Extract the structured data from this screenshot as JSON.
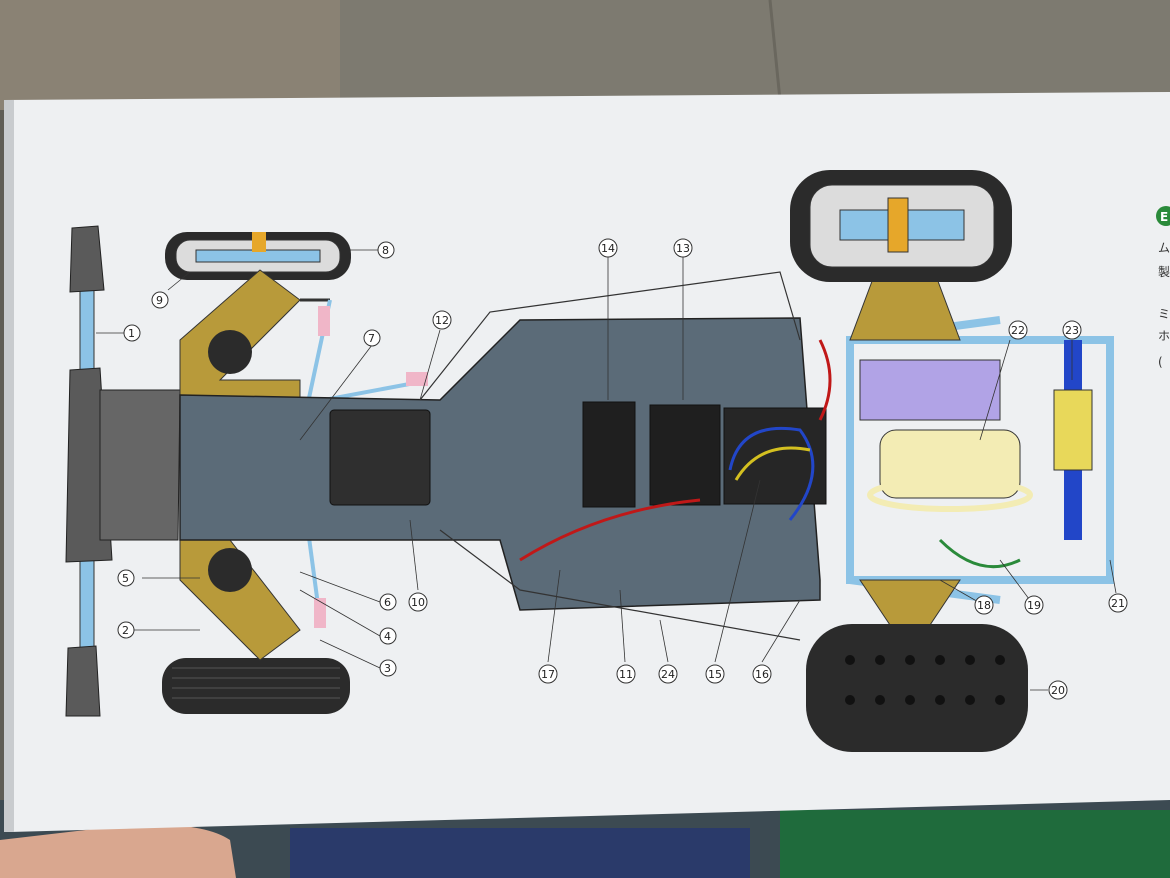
{
  "side_panel": {
    "badge_glyph": "E",
    "text_lines": [
      "ム",
      "製",
      "ミ",
      "ホ",
      "("
    ]
  },
  "callouts": [
    {
      "id": "1",
      "label": "1"
    },
    {
      "id": "2",
      "label": "2"
    },
    {
      "id": "3",
      "label": "3"
    },
    {
      "id": "4",
      "label": "4"
    },
    {
      "id": "5",
      "label": "5"
    },
    {
      "id": "6",
      "label": "6"
    },
    {
      "id": "7",
      "label": "7"
    },
    {
      "id": "8",
      "label": "8"
    },
    {
      "id": "9",
      "label": "9"
    },
    {
      "id": "10",
      "label": "10"
    },
    {
      "id": "11",
      "label": "11"
    },
    {
      "id": "12",
      "label": "12"
    },
    {
      "id": "13",
      "label": "13"
    },
    {
      "id": "14",
      "label": "14"
    },
    {
      "id": "15",
      "label": "15"
    },
    {
      "id": "16",
      "label": "16"
    },
    {
      "id": "17",
      "label": "17"
    },
    {
      "id": "18",
      "label": "18"
    },
    {
      "id": "19",
      "label": "19"
    },
    {
      "id": "20",
      "label": "20"
    },
    {
      "id": "21",
      "label": "21"
    },
    {
      "id": "22",
      "label": "22"
    },
    {
      "id": "23",
      "label": "23"
    },
    {
      "id": "24",
      "label": "24"
    }
  ],
  "colors": {
    "box": "#eeeff1",
    "chassis": "#5b6b78",
    "suspension_gold": "#b89a3a",
    "frame_blue": "#8cc3e6",
    "motor_cream": "#f3ecb4",
    "tire": "#2b2b2b",
    "accent_green": "#2a8a3a",
    "gravel": "#8a8274",
    "pavement": "#7d7a70"
  }
}
